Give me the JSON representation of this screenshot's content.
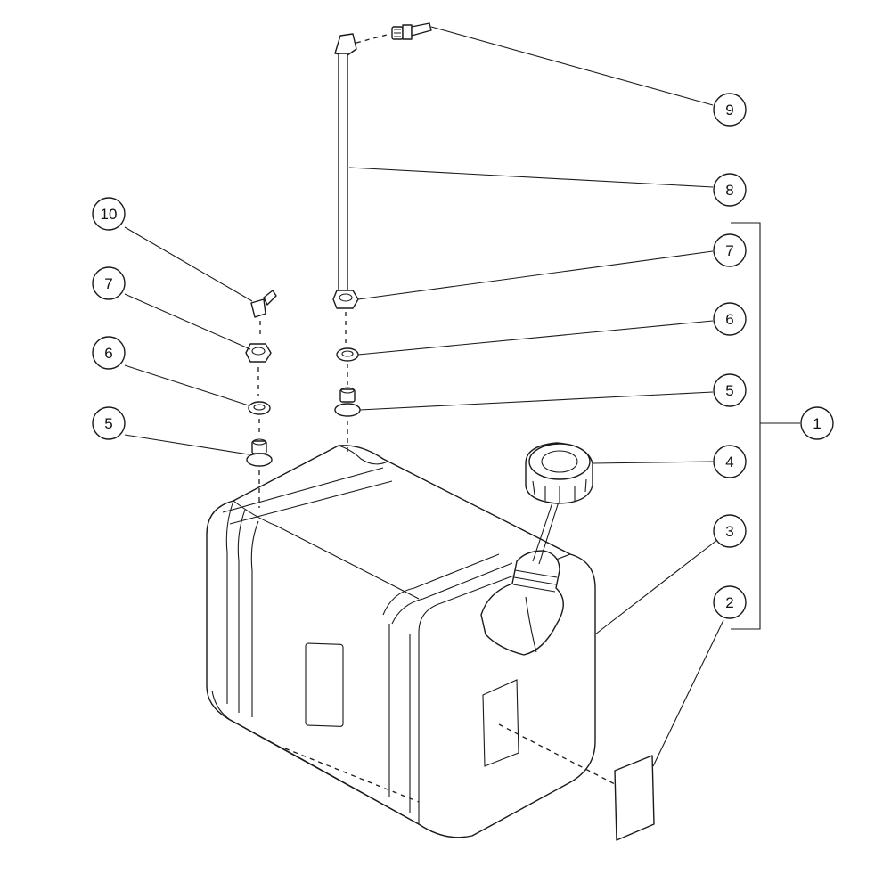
{
  "callouts": [
    {
      "id": "c9",
      "label": "9"
    },
    {
      "id": "c8",
      "label": "8"
    },
    {
      "id": "c7r",
      "label": "7"
    },
    {
      "id": "c6r",
      "label": "6"
    },
    {
      "id": "c5r",
      "label": "5"
    },
    {
      "id": "c1",
      "label": "1"
    },
    {
      "id": "c4",
      "label": "4"
    },
    {
      "id": "c3",
      "label": "3"
    },
    {
      "id": "c2",
      "label": "2"
    },
    {
      "id": "c10",
      "label": "10"
    },
    {
      "id": "c7l",
      "label": "7"
    },
    {
      "id": "c6l",
      "label": "6"
    },
    {
      "id": "c5l",
      "label": "5"
    }
  ]
}
